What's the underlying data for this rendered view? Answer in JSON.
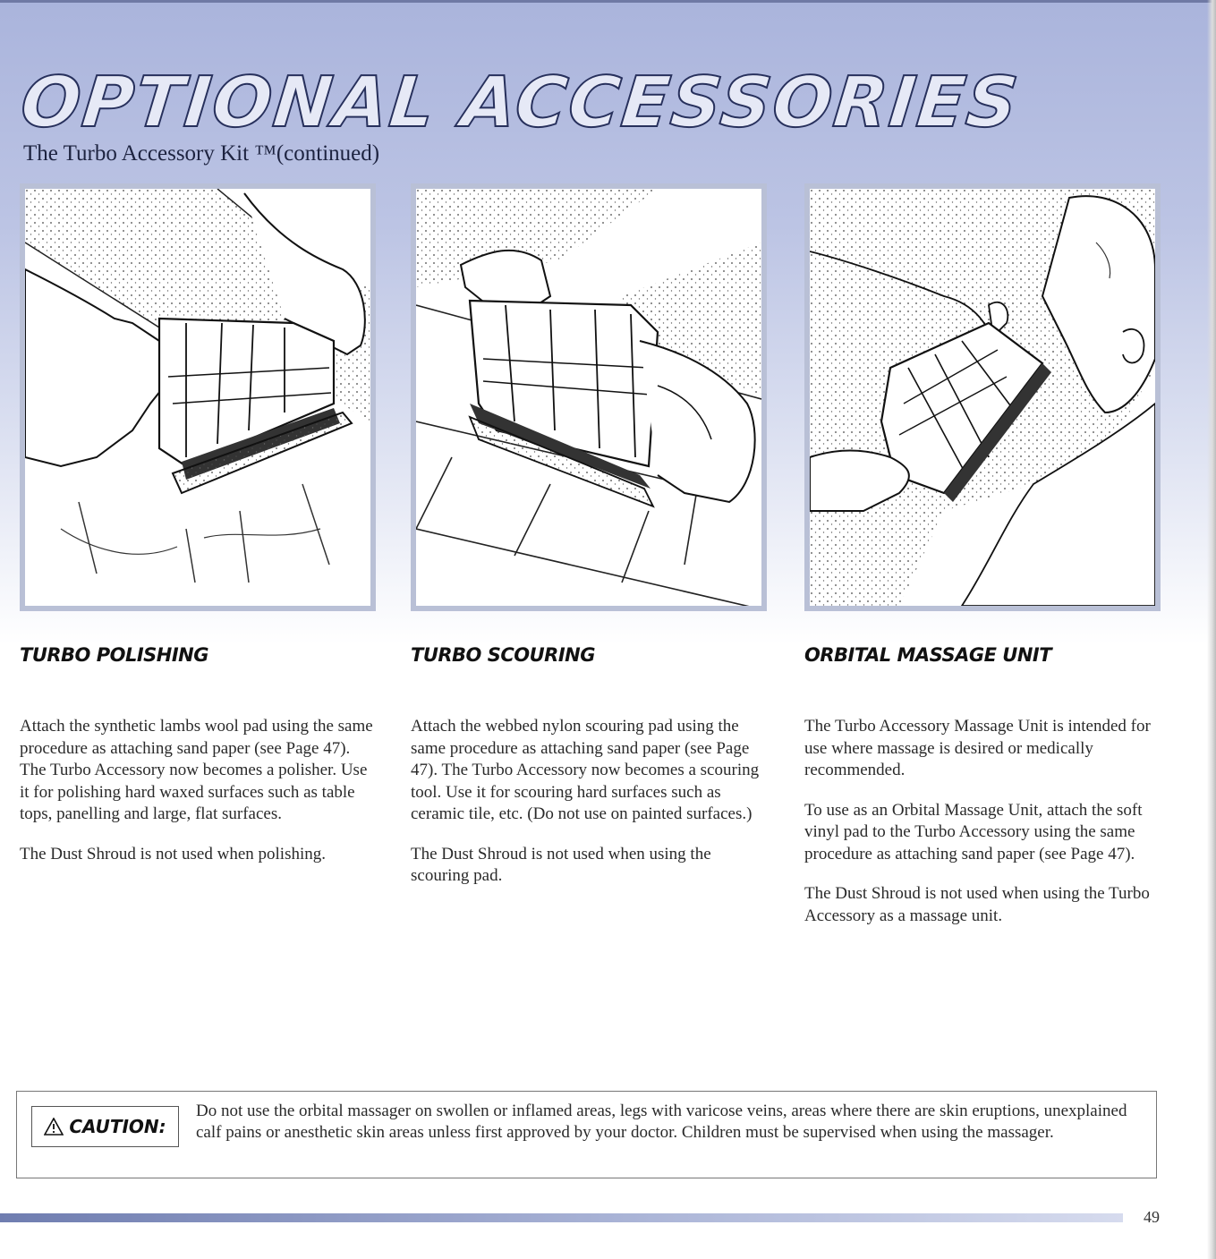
{
  "header": {
    "title": "OPTIONAL ACCESSORIES",
    "subtitle": "The Turbo Accessory Kit ™(continued)"
  },
  "columns": [
    {
      "heading": "TURBO POLISHING",
      "paragraphs": [
        "Attach the synthetic lambs wool pad using the same procedure as attaching sand paper (see Page 47). The Turbo Accessory now becomes a polisher. Use it for polishing hard waxed surfaces such as table tops, panelling and large, flat surfaces.",
        "The Dust Shroud is not used when polishing."
      ]
    },
    {
      "heading": "TURBO SCOURING",
      "paragraphs": [
        "Attach the webbed nylon scouring pad using the same procedure as attaching sand paper (see Page 47). The Turbo Accessory now becomes a scouring tool. Use it for scouring hard surfaces such as ceramic tile, etc. (Do not use on painted surfaces.)",
        "The Dust Shroud is not used when using the scouring pad."
      ]
    },
    {
      "heading": "ORBITAL MASSAGE UNIT",
      "paragraphs": [
        "The Turbo Accessory Massage Unit is intended for use where massage is desired or medically recommended.",
        "To use as an Orbital Massage Unit, attach the soft vinyl pad to the Turbo Accessory using the same procedure as attaching sand paper (see Page 47).",
        "The Dust Shroud is not used when using the Turbo Accessory as a massage unit."
      ]
    }
  ],
  "caution": {
    "label": "CAUTION:",
    "icon": "warning-triangle-icon",
    "text": "Do not use the orbital massager on swollen or inflamed areas, legs with varicose veins, areas where there are skin eruptions, unexplained calf pains or anesthetic skin areas unless first approved by your doctor. Children must be supervised when using the massager."
  },
  "footer": {
    "page_number": "49"
  },
  "colors": {
    "header_gradient_top": "#aab4dc",
    "title_outline": "#27305c",
    "figure_border": "#b9c0d6",
    "footer_rule": "#6f7db0"
  }
}
